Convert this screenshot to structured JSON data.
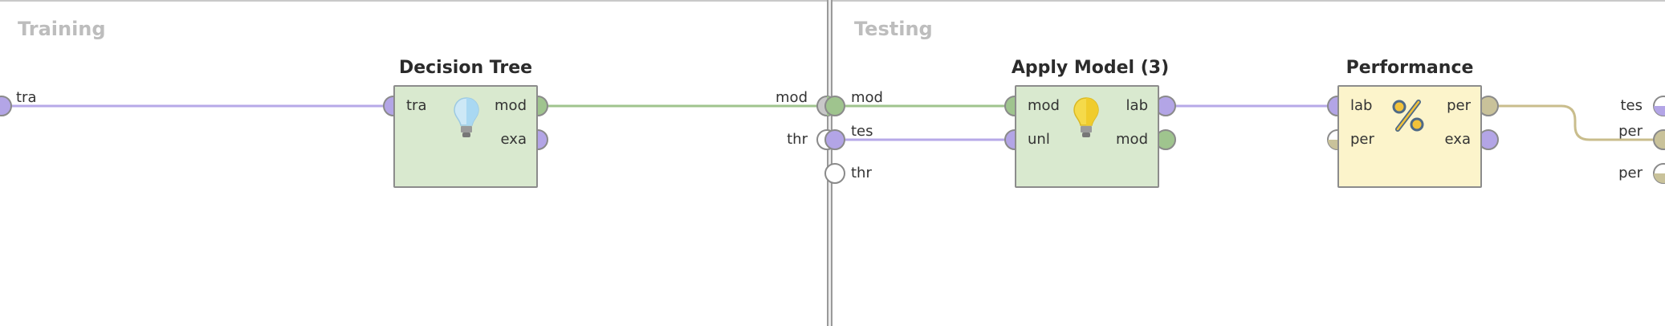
{
  "training": {
    "title": "Training",
    "input_port_label": "tra",
    "output_port_labels": [
      "mod",
      "thr"
    ]
  },
  "testing": {
    "title": "Testing",
    "input_port_labels": [
      "mod",
      "tes",
      "thr"
    ],
    "output_port_labels": [
      "tes",
      "per",
      "per"
    ]
  },
  "operators": {
    "decision_tree": {
      "title": "Decision Tree",
      "inputs": [
        "tra"
      ],
      "outputs": [
        "mod",
        "exa"
      ],
      "icon": "lightbulb-icon"
    },
    "apply_model": {
      "title": "Apply Model (3)",
      "inputs": [
        "mod",
        "unl"
      ],
      "outputs": [
        "lab",
        "mod"
      ],
      "icon": "lightbulb-icon"
    },
    "performance": {
      "title": "Performance",
      "inputs": [
        "lab",
        "per"
      ],
      "outputs": [
        "per",
        "exa"
      ],
      "icon": "percent-icon"
    }
  },
  "colors": {
    "example_port": "#b3a5e6",
    "model_port": "#9fc48e",
    "performance_port": "#c9c29a",
    "empty_port": "#ffffff",
    "operator_green": "#d9e9cf",
    "operator_yellow": "#fcf4cb",
    "wire_example": "#b7a9e8",
    "wire_model": "#9fc48e",
    "wire_performance": "#c9bd8c"
  }
}
